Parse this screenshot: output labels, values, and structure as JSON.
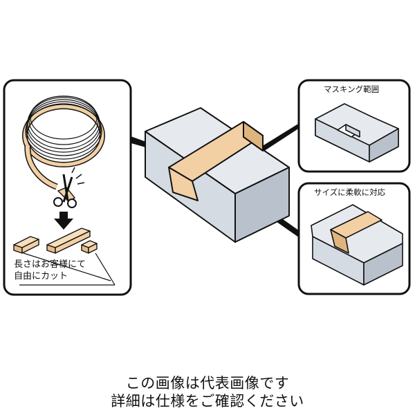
{
  "panels": {
    "left": {
      "note_line1": "長さはお客様にて",
      "note_line2": "自由にカット"
    },
    "top_right": {
      "title": "マスキング範囲"
    },
    "bottom_right": {
      "title": "サイズに柔軟に対応"
    }
  },
  "caption": {
    "line1": "この画像は代表画像です",
    "line2": "詳細は仕様をご確認ください"
  },
  "colors": {
    "tape": "#f2d0a4",
    "tape_dark": "#e0b47f",
    "block_top": "#e6eaef",
    "block_front": "#d5dbe2",
    "block_side": "#b9c2cc",
    "outline": "#111111"
  }
}
